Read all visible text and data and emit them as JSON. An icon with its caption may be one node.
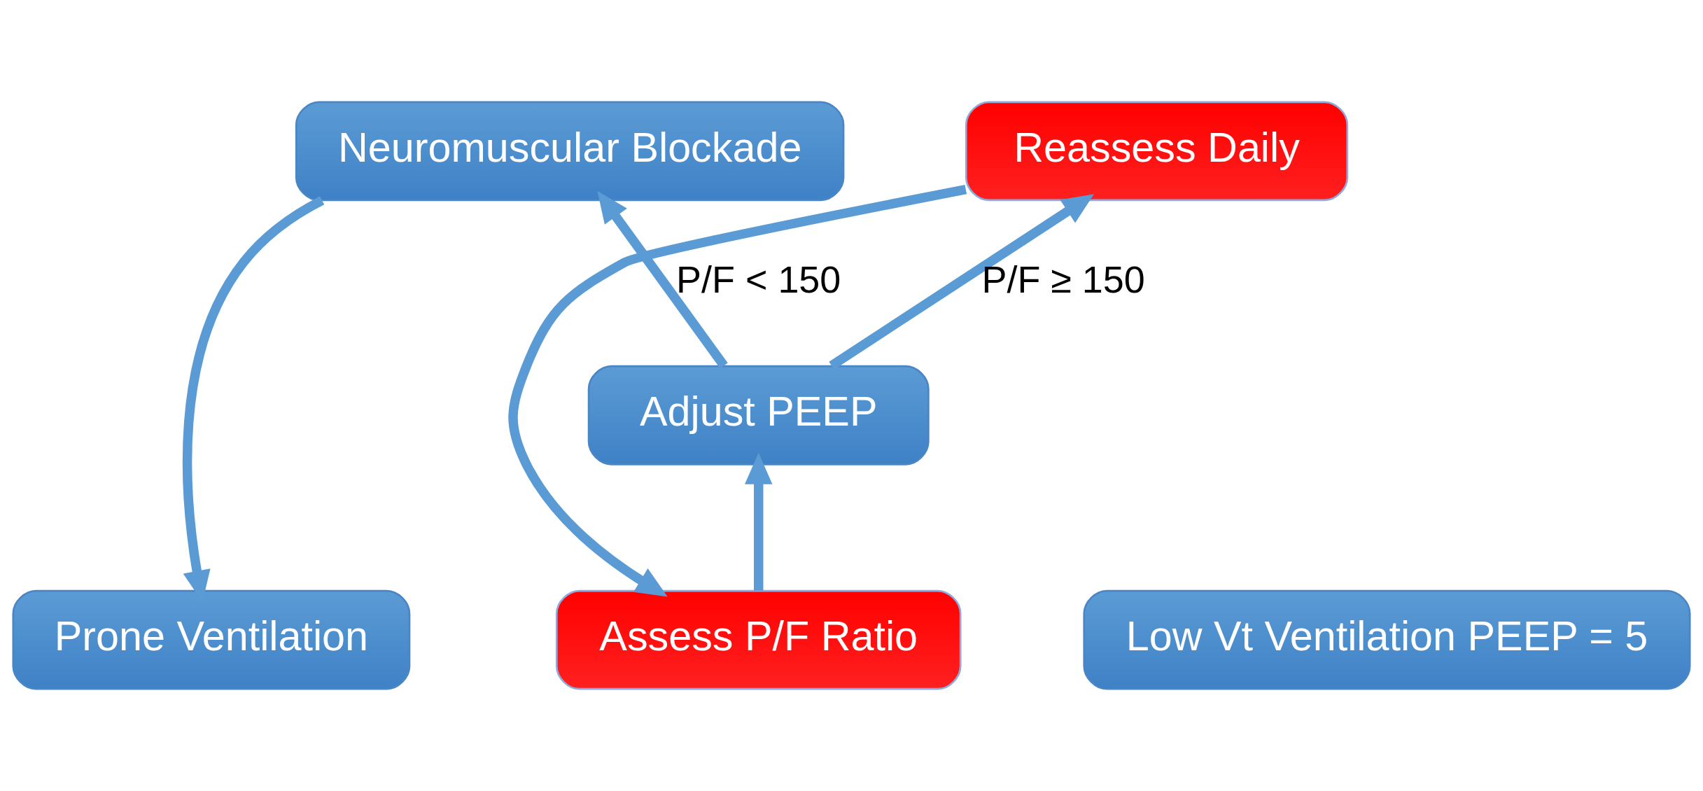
{
  "diagram": {
    "nodes": [
      {
        "text": [
          "Neuromuscular Blockade"
        ]
      },
      {
        "text": [
          "Prone Ventilation"
        ]
      },
      {
        "text": [
          "Reassess Daily"
        ]
      },
      {
        "text": [
          "Adjust PEEP"
        ]
      },
      {
        "text": [
          "Assess P/F Ratio"
        ]
      },
      {
        "text": [
          "Low Vt Ventilation PEEP = 5"
        ]
      }
    ],
    "edges": [
      {
        "from": 3,
        "to": 0,
        "arrow": "to",
        "label": "P/F < 150"
      },
      {
        "from": 3,
        "to": 2,
        "arrow": "to",
        "label": "P/F ≥ 150"
      },
      {
        "from": 0,
        "to": 1,
        "arrow": "to"
      },
      {
        "from": 2,
        "to": 4,
        "arrow": "to"
      },
      {
        "from": 4,
        "to": 3,
        "arrow": "to"
      }
    ]
  }
}
